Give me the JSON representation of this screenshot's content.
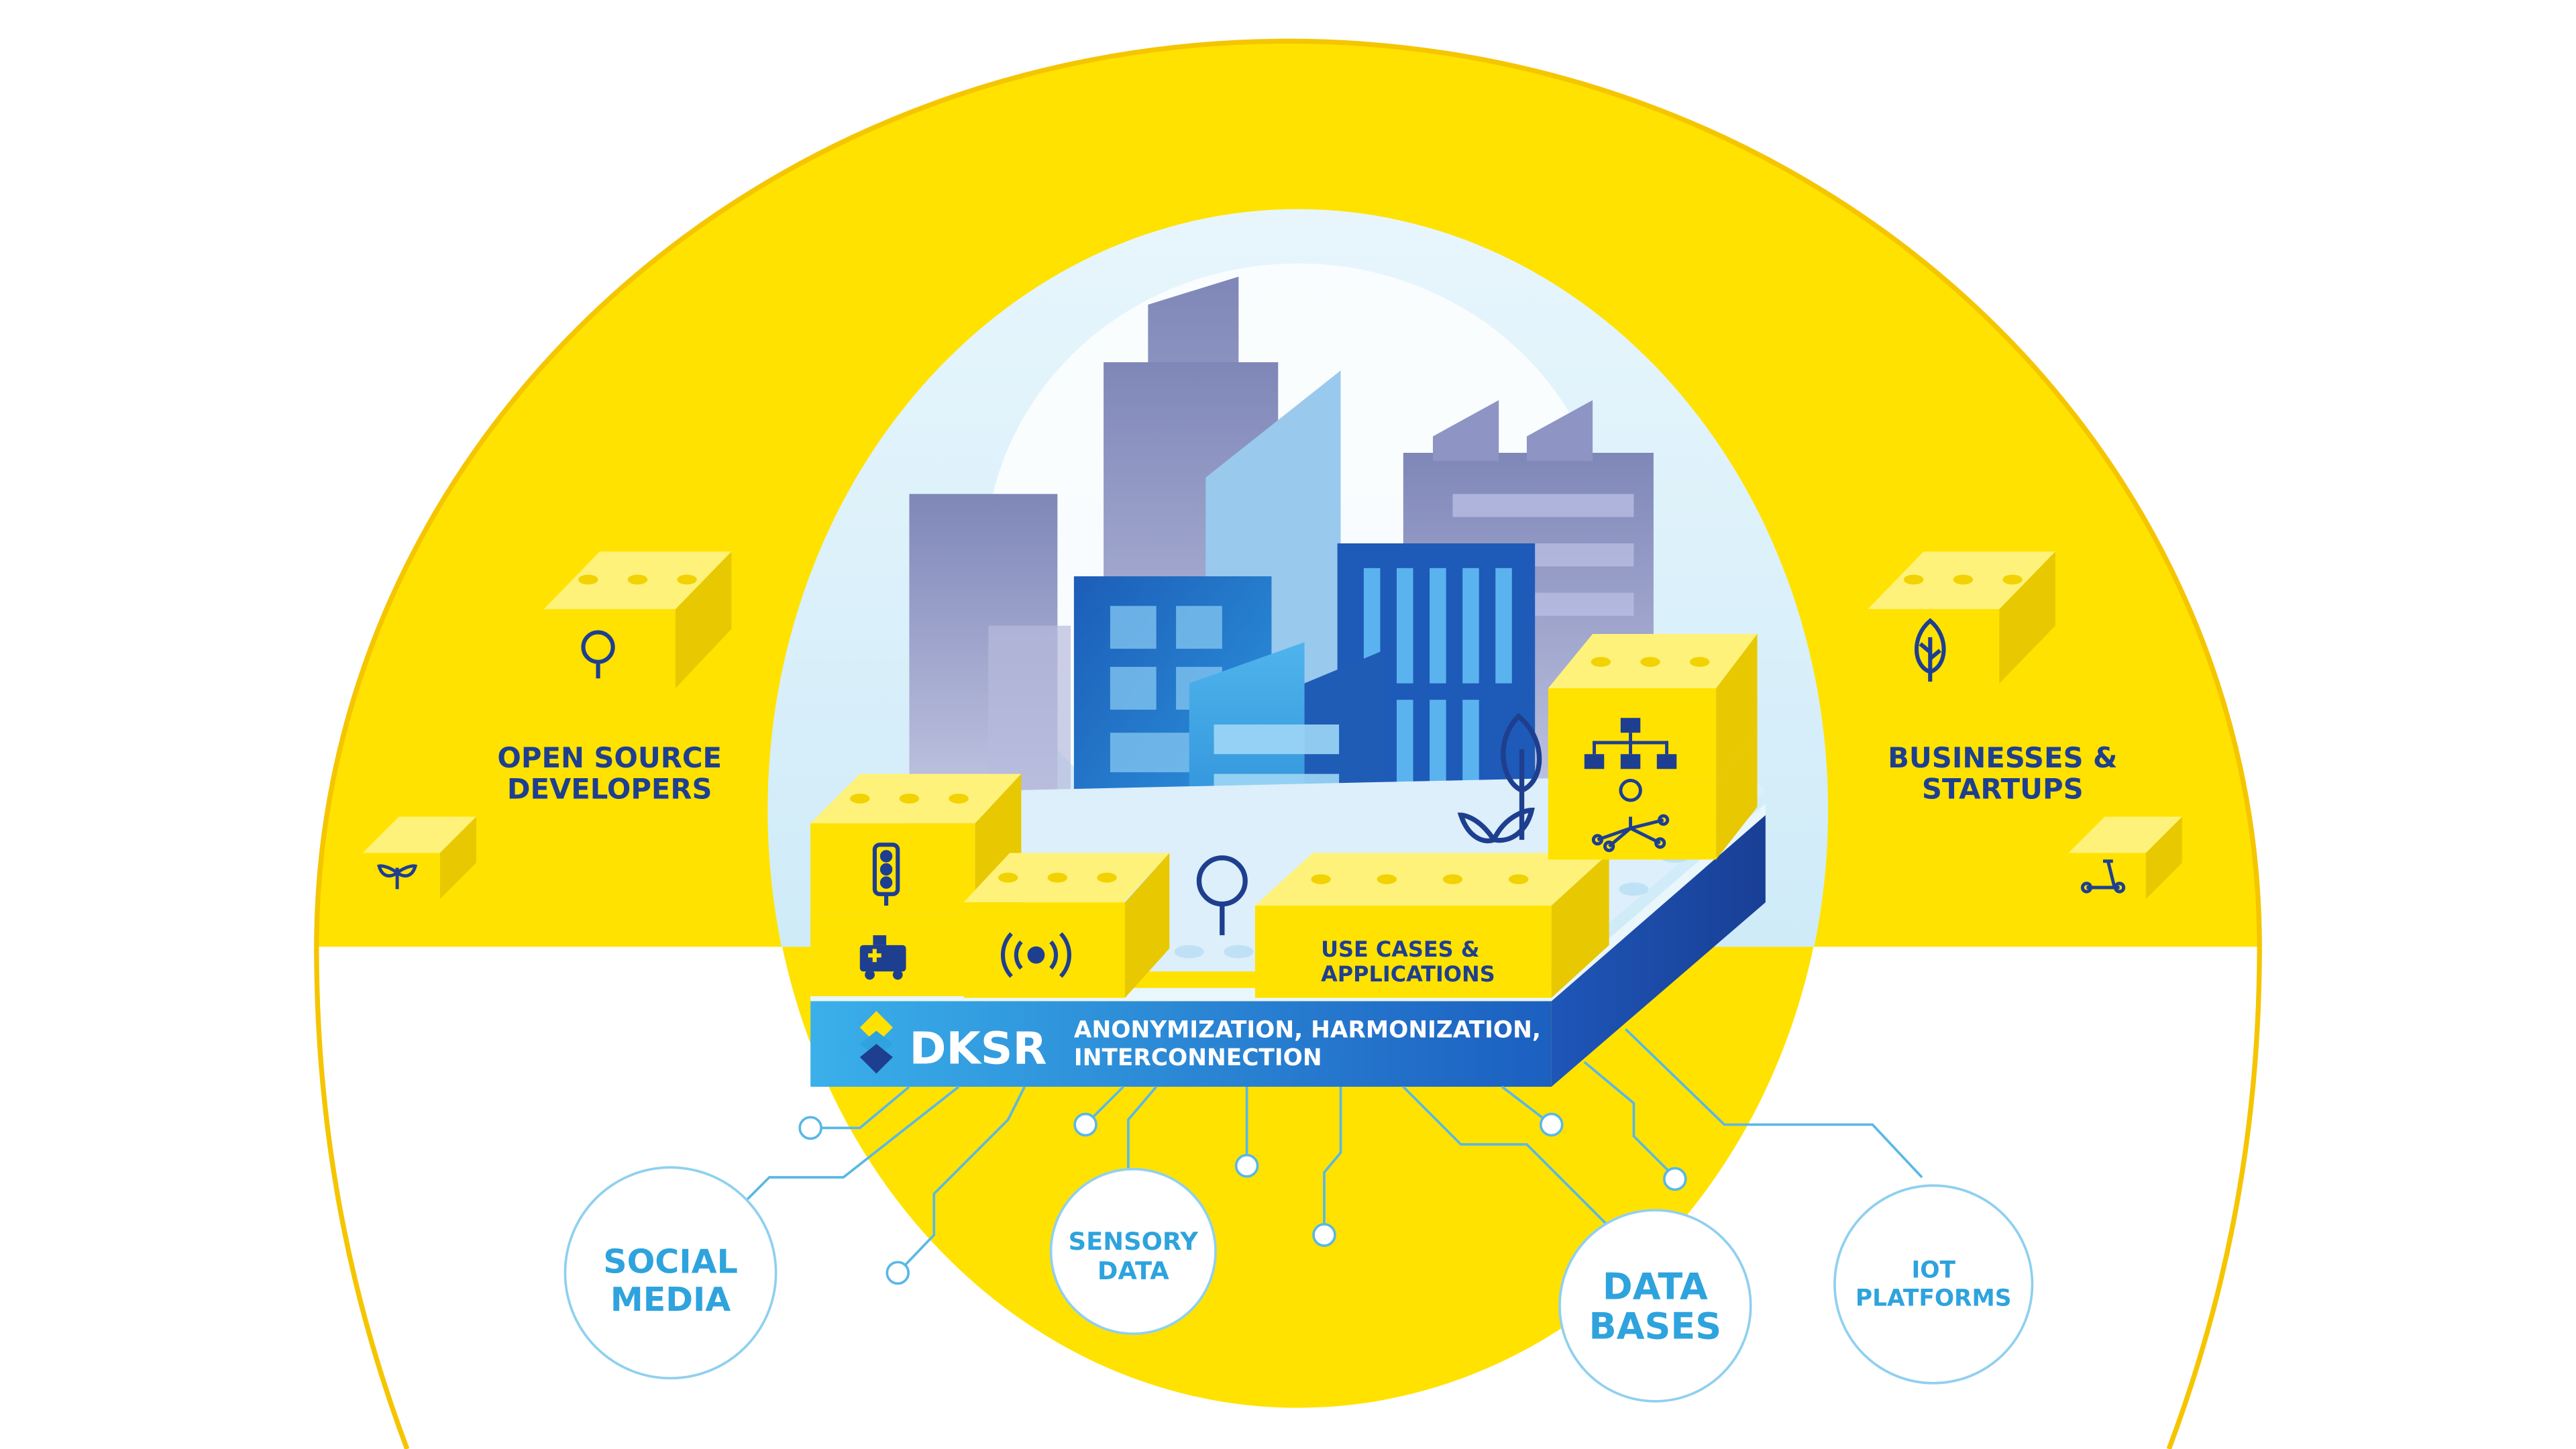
{
  "labels": {
    "open_source_line1": "OPEN SOURCE",
    "open_source_line2": "DEVELOPERS",
    "businesses_line1": "BUSINESSES &",
    "businesses_line2": "STARTUPS",
    "use_cases_line1": "USE CASES &",
    "use_cases_line2": "APPLICATIONS",
    "dksr_brand": "DKSR",
    "platform_line1": "ANONYMIZATION, HARMONIZATION,",
    "platform_line2": "INTERCONNECTION"
  },
  "sources": [
    {
      "line1": "SOCIAL",
      "line2": "MEDIA"
    },
    {
      "line1": "SENSORY",
      "line2": "DATA"
    },
    {
      "line1": "DATA",
      "line2": "BASES"
    },
    {
      "line1": "IOT",
      "line2": "PLATFORMS"
    }
  ],
  "icons": {
    "block_open_source": "tree-icon",
    "block_small_left": "sprout-icon",
    "block_businesses": "leaf-tree-icon",
    "block_small_right": "scooter-icon",
    "block_traffic": "traffic-light-icon",
    "block_ambulance": "ambulance-icon",
    "block_signal": "signal-icon",
    "block_hierarchy": "hierarchy-icon",
    "block_network": "location-network-icon",
    "city_tree": "tree-icon",
    "city_plant": "plant-icon"
  },
  "colors": {
    "yellow": "#FFE200",
    "navy": "#1E3F8F",
    "light_blue": "#2EA3DD",
    "sky": "#CDEBF8"
  }
}
